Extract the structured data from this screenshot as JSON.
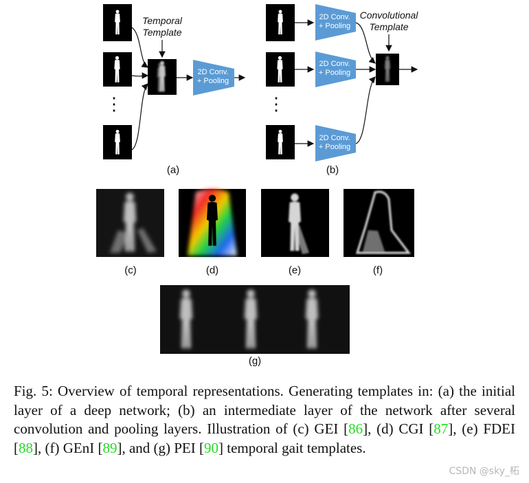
{
  "diagram": {
    "temporal_template_label": "Temporal Template",
    "convolutional_template_label": "Convolutional Template",
    "block_label": "2D Conv. + Pooling",
    "ellipsis": "⋮",
    "panel_labels": [
      "(a)",
      "(b)",
      "(c)",
      "(d)",
      "(e)",
      "(f)",
      "(g)"
    ]
  },
  "caption": {
    "prefix": "Fig. 5: Overview of temporal representations. Generating templates in: (a) the initial layer of a deep network; (b) an intermediate layer of the network after several convolution and pooling layers. Illustration of (c) GEI [",
    "ref1": "86",
    "t1": "], (d) CGI [",
    "ref2": "87",
    "t2": "], (e) FDEI [",
    "ref3": "88",
    "t3": "], (f) GEnI [",
    "ref4": "89",
    "t4": "], and (g) PEI [",
    "ref5": "90",
    "t5": "] temporal gait templates."
  },
  "watermark": "CSDN @sky_柘",
  "colors": {
    "conv_block": "#5b9bd5",
    "citation": "#22dd22"
  }
}
